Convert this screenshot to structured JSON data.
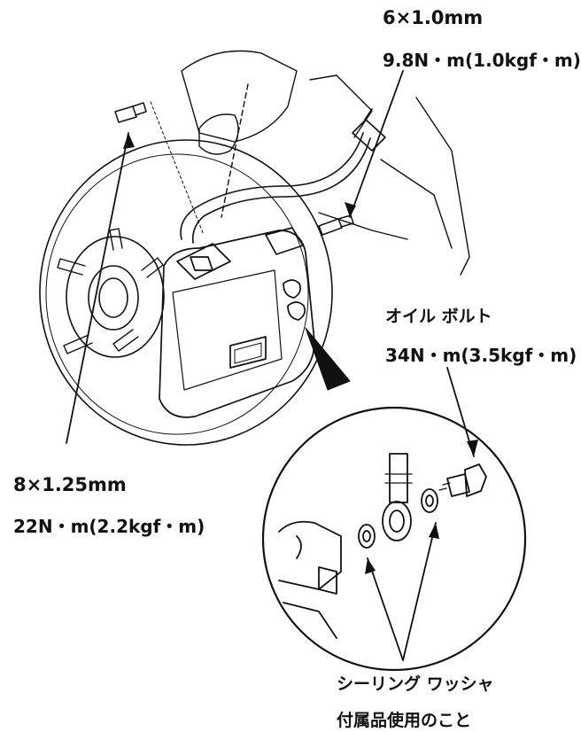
{
  "labels": {
    "top_bolt": {
      "size": "6×1.0mm",
      "torque": "9.8N・m(1.0kgf・m)"
    },
    "oil_bolt": {
      "name": "オイル ボルト",
      "torque": "34N・m(3.5kgf・m)"
    },
    "caliper_bolt": {
      "size": "8×1.25mm",
      "torque": "22N・m(2.2kgf・m)"
    },
    "washer": {
      "name": "シーリング ワッシャ",
      "note": "付属品使用のこと"
    }
  },
  "colors": {
    "ink": "#111111",
    "paper": "#ffffff"
  }
}
